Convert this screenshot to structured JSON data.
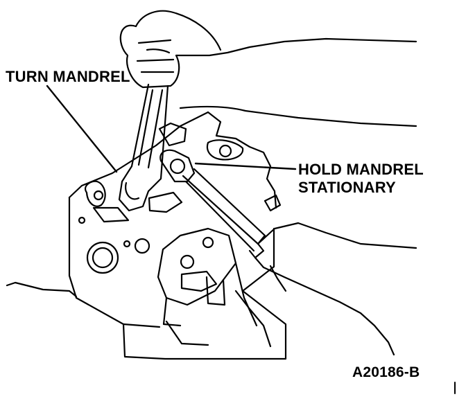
{
  "labels": {
    "turn_mandrel": "TURN MANDREL",
    "hold_line1": "HOLD MANDREL",
    "hold_line2": "STATIONARY",
    "figure_code": "A20186-B"
  },
  "colors": {
    "ink": "#000000",
    "paper": "#ffffff"
  }
}
